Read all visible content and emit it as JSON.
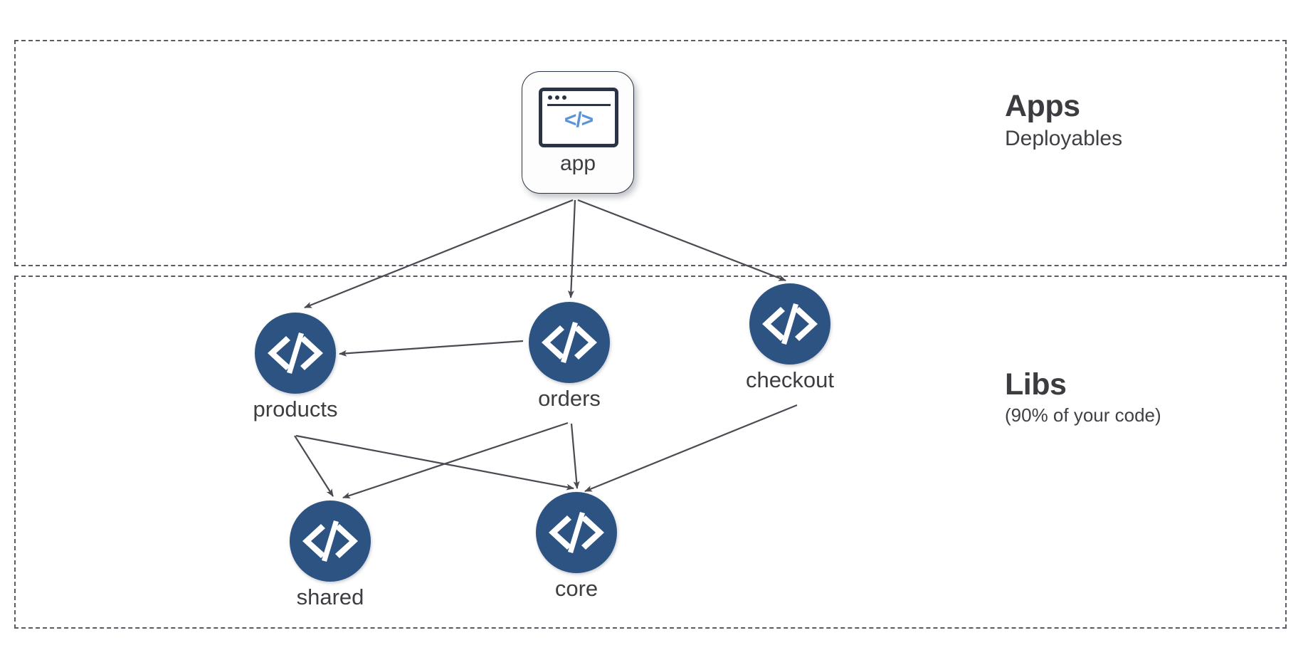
{
  "diagram": {
    "type": "dependency-graph",
    "background": "#ffffff",
    "edge_color": "#4a4a52",
    "node_color": "#2d5382",
    "zones": [
      {
        "id": "apps",
        "title": "Apps",
        "subtitle": "Deployables",
        "border_style": "dashed",
        "border_color": "#5b5b66"
      },
      {
        "id": "libs",
        "title": "Libs",
        "subtitle": "(90% of your code)",
        "border_style": "dashed",
        "border_color": "#5b5b66"
      }
    ],
    "nodes": [
      {
        "id": "app",
        "label": "app",
        "zone": "apps",
        "shape": "rounded-card",
        "icon": "code-window-icon",
        "icon_glyph": "</>"
      },
      {
        "id": "products",
        "label": "products",
        "zone": "libs",
        "shape": "circle",
        "icon": "code-brackets-icon"
      },
      {
        "id": "orders",
        "label": "orders",
        "zone": "libs",
        "shape": "circle",
        "icon": "code-brackets-icon"
      },
      {
        "id": "checkout",
        "label": "checkout",
        "zone": "libs",
        "shape": "circle",
        "icon": "code-brackets-icon"
      },
      {
        "id": "shared",
        "label": "shared",
        "zone": "libs",
        "shape": "circle",
        "icon": "code-brackets-icon"
      },
      {
        "id": "core",
        "label": "core",
        "zone": "libs",
        "shape": "circle",
        "icon": "code-brackets-icon"
      }
    ],
    "edges": [
      {
        "from": "app",
        "to": "products"
      },
      {
        "from": "app",
        "to": "orders"
      },
      {
        "from": "app",
        "to": "checkout"
      },
      {
        "from": "orders",
        "to": "products"
      },
      {
        "from": "products",
        "to": "shared"
      },
      {
        "from": "products",
        "to": "core"
      },
      {
        "from": "orders",
        "to": "shared"
      },
      {
        "from": "orders",
        "to": "core"
      },
      {
        "from": "checkout",
        "to": "core"
      }
    ]
  }
}
